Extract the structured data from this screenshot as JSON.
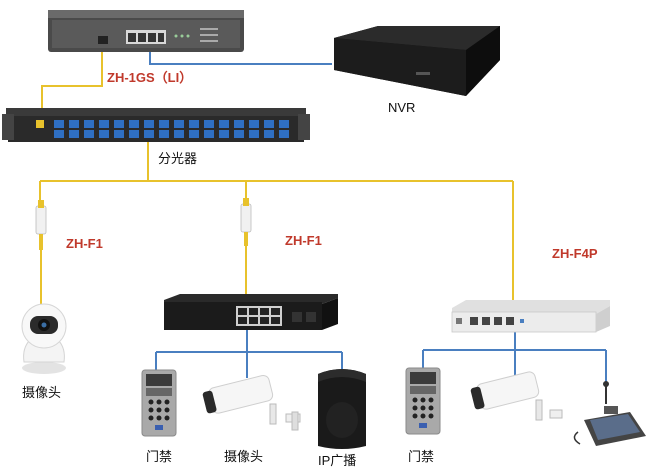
{
  "labels": {
    "olt_model": "ZH-1GS（LI）",
    "nvr": "NVR",
    "splitter": "分光器",
    "onu_left": "ZH-F1",
    "onu_mid": "ZH-F1",
    "onu_right": "ZH-F4P",
    "camera_left": "摄像头",
    "door_mid": "门禁",
    "camera_mid": "摄像头",
    "ip_speaker": "IP广播",
    "door_right": "门禁"
  },
  "colors": {
    "fiber": "#e8c22c",
    "ethernet": "#4a7fc0",
    "label_red": "#c0392b"
  }
}
